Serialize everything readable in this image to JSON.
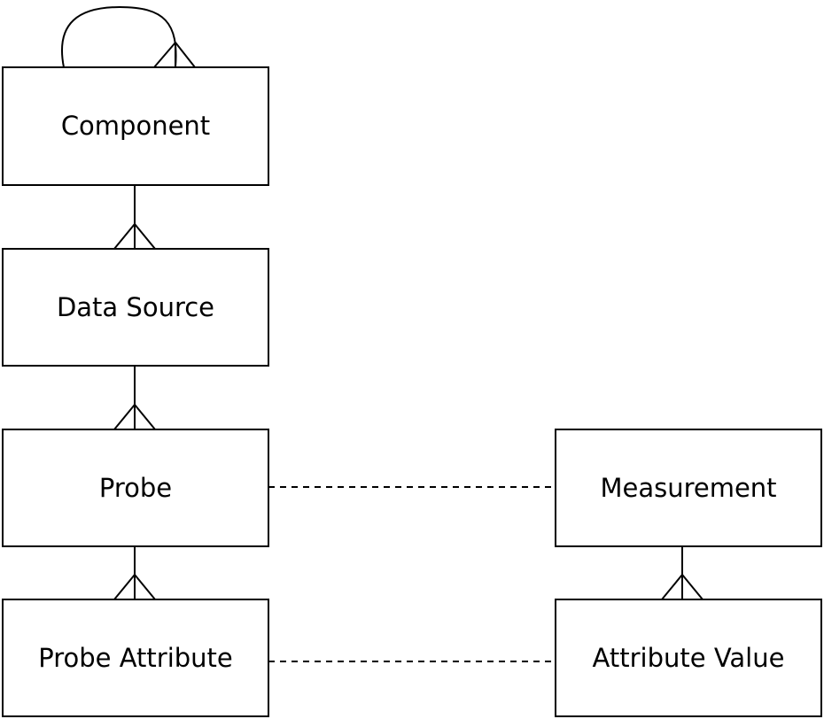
{
  "diagram": {
    "entities": {
      "component": "Component",
      "data_source": "Data Source",
      "probe": "Probe",
      "probe_attribute": "Probe Attribute",
      "measurement": "Measurement",
      "attribute_value": "Attribute Value"
    },
    "relationships": [
      {
        "from": "Component",
        "to": "Component",
        "type": "one-to-many",
        "style": "solid"
      },
      {
        "from": "Component",
        "to": "Data Source",
        "type": "one-to-many",
        "style": "solid"
      },
      {
        "from": "Data Source",
        "to": "Probe",
        "type": "one-to-many",
        "style": "solid"
      },
      {
        "from": "Probe",
        "to": "Probe Attribute",
        "type": "one-to-many",
        "style": "solid"
      },
      {
        "from": "Measurement",
        "to": "Attribute Value",
        "type": "one-to-many",
        "style": "solid"
      },
      {
        "from": "Probe",
        "to": "Measurement",
        "type": "association",
        "style": "dashed"
      },
      {
        "from": "Probe Attribute",
        "to": "Attribute Value",
        "type": "association",
        "style": "dashed"
      }
    ],
    "colors": {
      "stroke": "#000000",
      "fill": "#ffffff",
      "text": "#000000"
    }
  }
}
